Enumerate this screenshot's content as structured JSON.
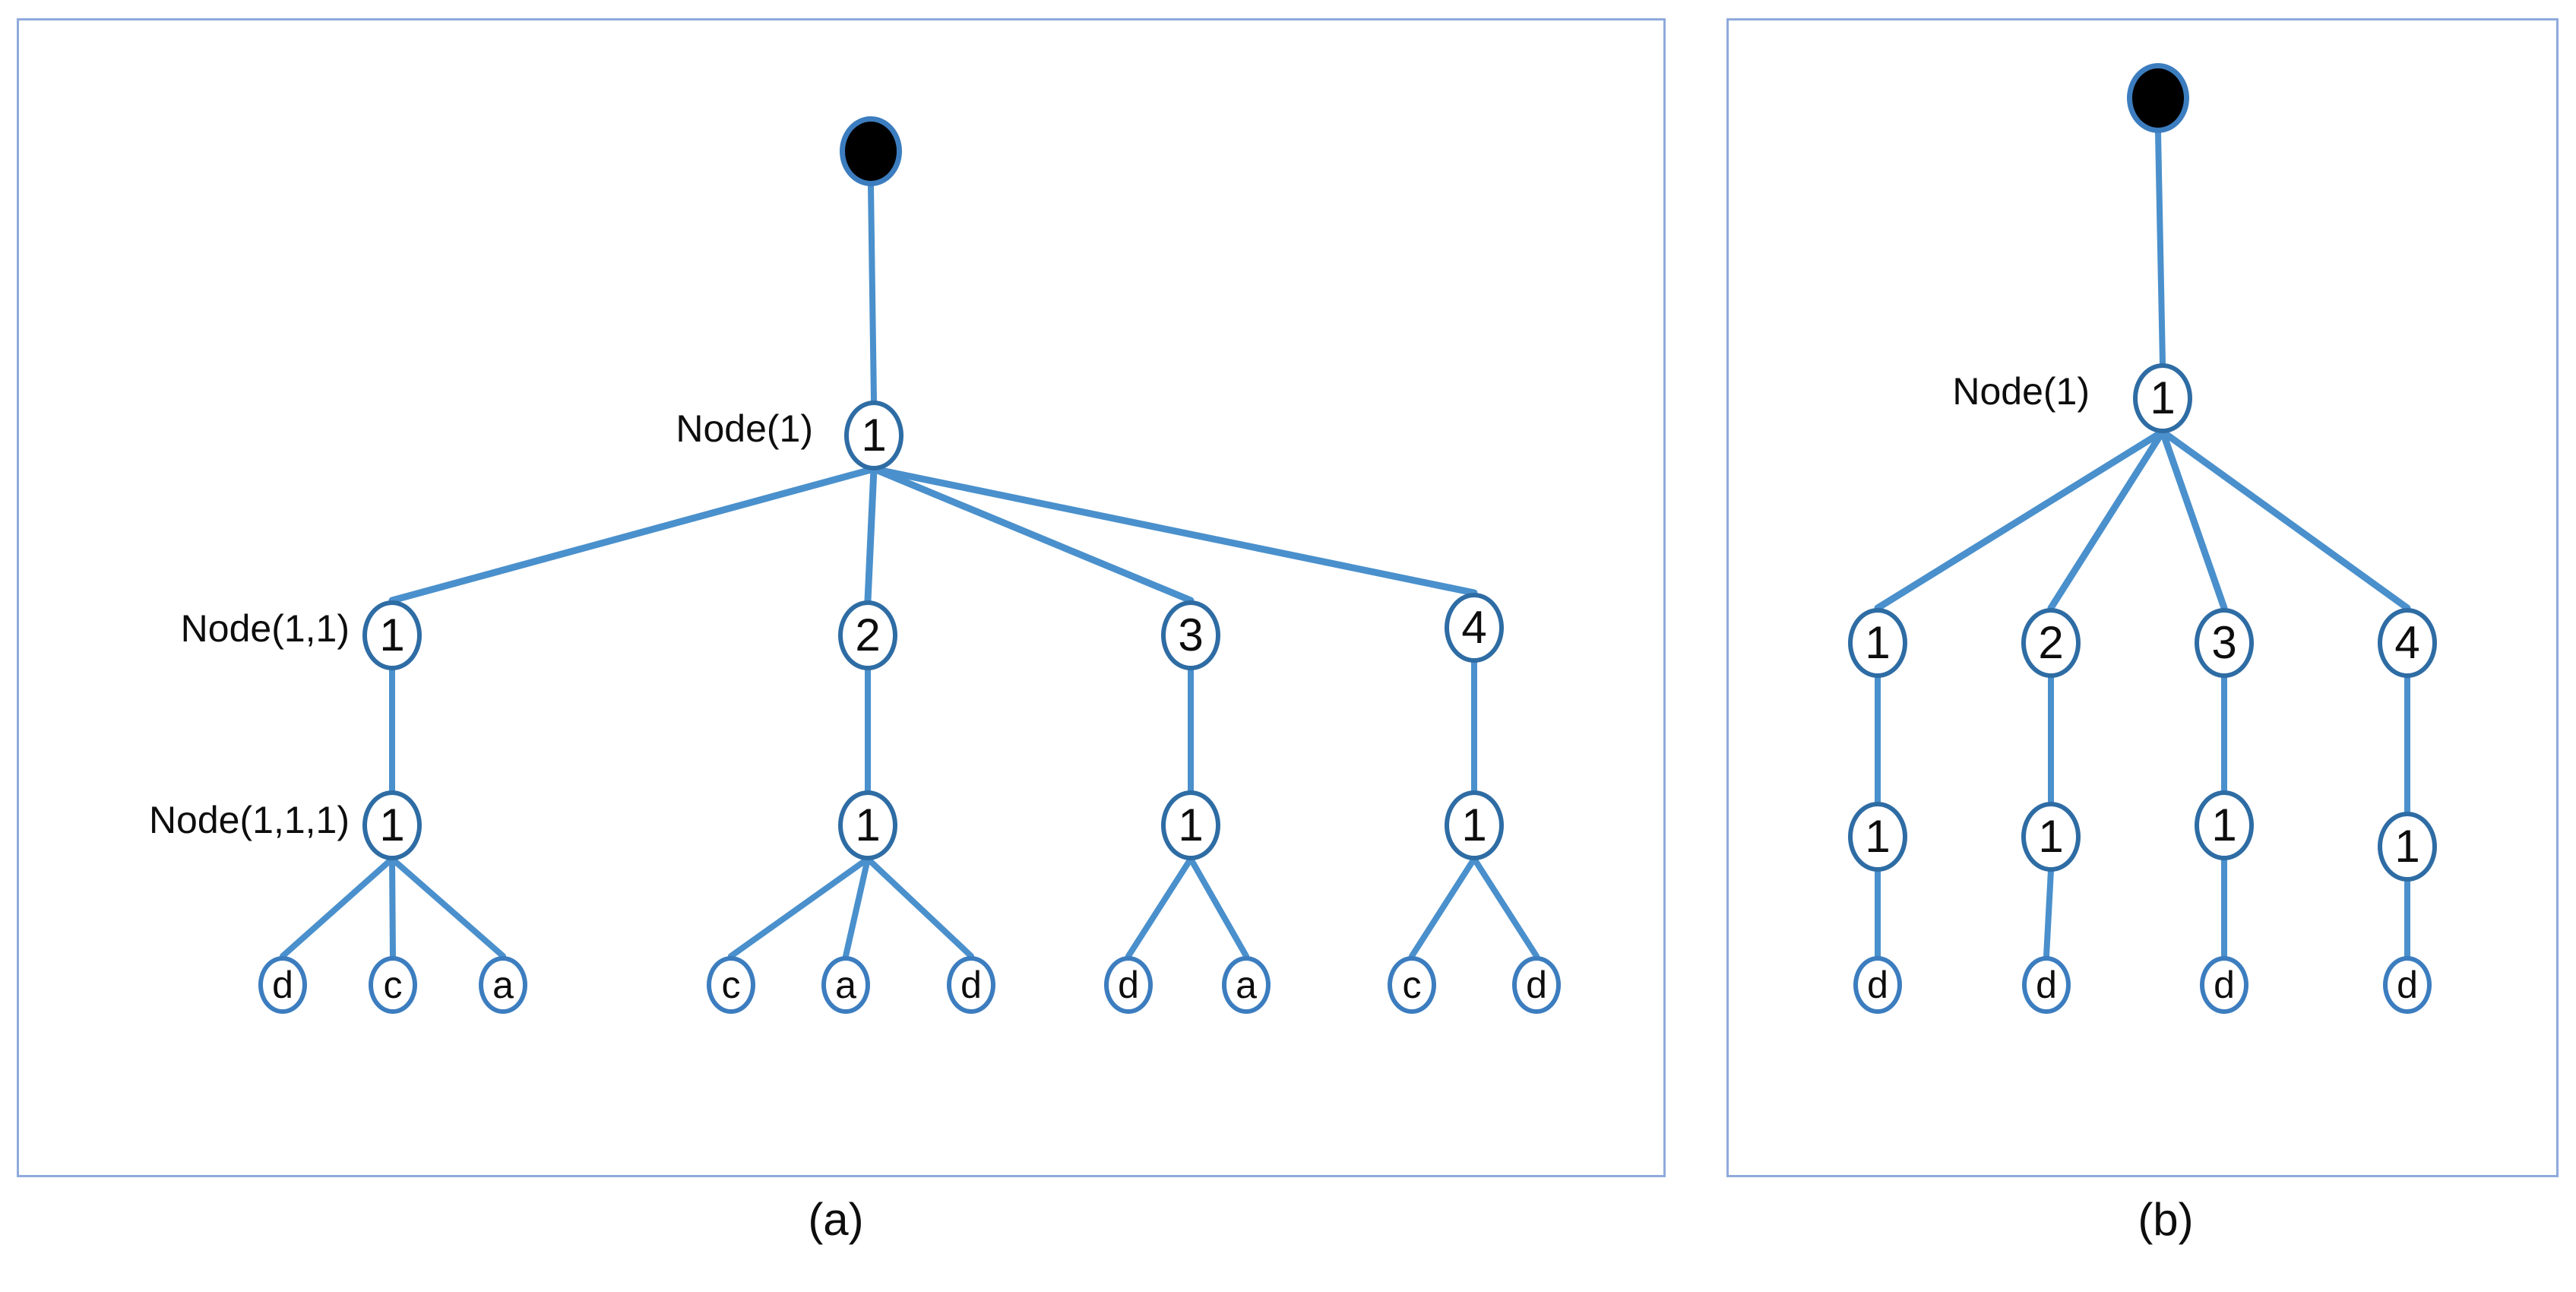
{
  "figure": {
    "panels": [
      {
        "id": "a",
        "caption": "(a)",
        "labels": [
          {
            "name": "node-1-label",
            "text": "Node(1)"
          },
          {
            "name": "node-1-1-label",
            "text": "Node(1,1)"
          },
          {
            "name": "node-1-1-1-label",
            "text": "Node(1,1,1)"
          }
        ],
        "root": {
          "label": "",
          "style": "filled-black"
        },
        "level1": {
          "label": "1"
        },
        "level2": [
          "1",
          "2",
          "3",
          "4"
        ],
        "level3": [
          "1",
          "1",
          "1",
          "1"
        ],
        "leaves": [
          [
            "d",
            "c",
            "a"
          ],
          [
            "c",
            "a",
            "d"
          ],
          [
            "d",
            "a"
          ],
          [
            "c",
            "d"
          ]
        ]
      },
      {
        "id": "b",
        "caption": "(b)",
        "labels": [
          {
            "name": "node-1-label",
            "text": "Node(1)"
          }
        ],
        "root": {
          "label": "",
          "style": "filled-black"
        },
        "level1": {
          "label": "1"
        },
        "level2": [
          "1",
          "2",
          "3",
          "4"
        ],
        "level3": [
          "1",
          "1",
          "1",
          "1"
        ],
        "leaves": [
          [
            "d"
          ],
          [
            "d"
          ],
          [
            "d"
          ],
          [
            "d"
          ]
        ]
      }
    ]
  },
  "colors": {
    "frame_border": "#8FAADC",
    "node_stroke": "#2E6CA4",
    "leaf_stroke": "#3C7DBF",
    "edge": "#4A90CC",
    "root_fill": "#000000",
    "text": "#0d0d0d",
    "background": "#ffffff"
  }
}
